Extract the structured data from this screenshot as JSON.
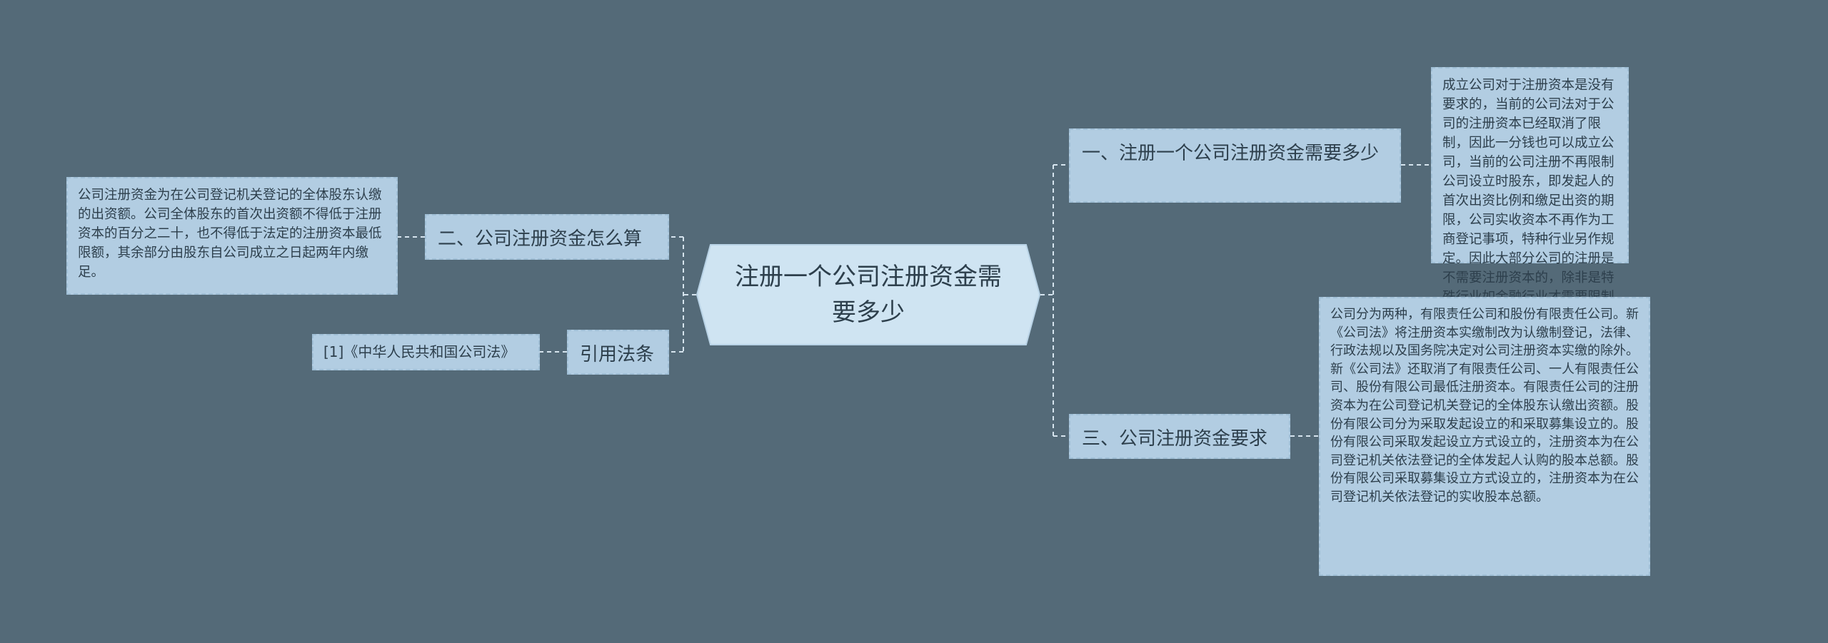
{
  "center": {
    "title": "注册一个公司注册资金需要多少"
  },
  "right_branches": [
    {
      "label": "一、注册一个公司注册资金需要多少",
      "detail": "成立公司对于注册资本是没有要求的，当前的公司法对于公司的注册资本已经取消了限制，因此一分钱也可以成立公司，当前的公司注册不再限制公司设立时股东，即发起人的首次出资比例和缴足出资的期限，公司实收资本不再作为工商登记事项，特种行业另作规定。因此大部分公司的注册是不需要注册资本的，除非是特殊行业如金融行业才需要限制公司注册资本。"
    },
    {
      "label": "三、公司注册资金要求",
      "detail": "公司分为两种，有限责任公司和股份有限责任公司。新《公司法》将注册资本实缴制改为认缴制登记，法律、行政法规以及国务院决定对公司注册资本实缴的除外。新《公司法》还取消了有限责任公司、一人有限责任公司、股份有限公司最低注册资本。有限责任公司的注册资本为在公司登记机关登记的全体股东认缴出资额。股份有限公司分为采取发起设立的和采取募集设立的。股份有限公司采取发起设立方式设立的，注册资本为在公司登记机关依法登记的全体发起人认购的股本总额。股份有限公司采取募集设立方式设立的，注册资本为在公司登记机关依法登记的实收股本总额。"
    }
  ],
  "left_branches": [
    {
      "label": "二、公司注册资金怎么算",
      "detail": "公司注册资金为在公司登记机关登记的全体股东认缴的出资额。公司全体股东的首次出资额不得低于注册资本的百分之二十，也不得低于法定的注册资本最低限额，其余部分由股东自公司成立之日起两年内缴足。"
    },
    {
      "label": "引用法条",
      "detail": "[1]《中华人民共和国公司法》"
    }
  ],
  "colors": {
    "background": "#546a78",
    "node_fill": "#b2cde2",
    "center_fill": "#cfe4f2",
    "connector": "#d6e4ee",
    "text": "#2d3f4c"
  }
}
